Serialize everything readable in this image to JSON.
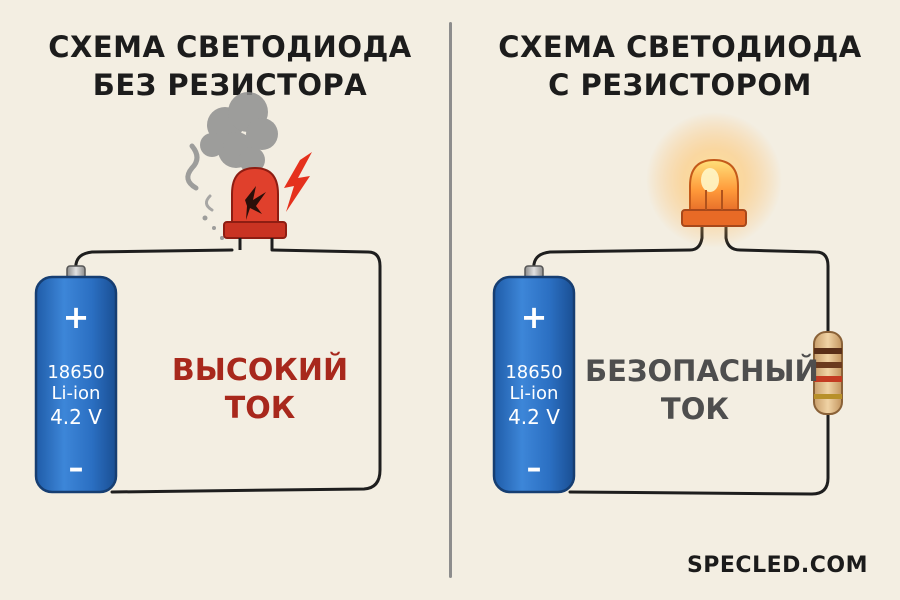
{
  "left_panel": {
    "title_line1": "СХЕМА СВЕТОДИОДА",
    "title_line2": "БЕЗ РЕЗИСТОРА",
    "current_line1": "ВЫСОКИЙ",
    "current_line2": "ТОК",
    "current_color": "#a8281c",
    "battery": {
      "plus": "+",
      "line1": "18650",
      "line2": "Li-ion",
      "line3": "4.2 V",
      "minus": "–"
    }
  },
  "right_panel": {
    "title_line1": "СХЕМА СВЕТОДИОДА",
    "title_line2": "С РЕЗИСТОРОМ",
    "current_line1": "БЕЗОПАСНЫЙ",
    "current_line2": "ТОК",
    "battery": {
      "plus": "+",
      "line1": "18650",
      "line2": "Li-ion",
      "line3": "4.2 V",
      "minus": "–"
    }
  },
  "brand": "SPECLED.COM",
  "colors": {
    "background": "#f3eee2",
    "battery_blue": "#2f74c8",
    "led_burnt": "#e0402c",
    "led_glow": "#ff9a3a",
    "wire": "#1e1e1e"
  },
  "icons": [
    "battery-icon",
    "burnt-led-icon",
    "smoke-icon",
    "spark-icon",
    "glowing-led-icon",
    "resistor-icon"
  ]
}
